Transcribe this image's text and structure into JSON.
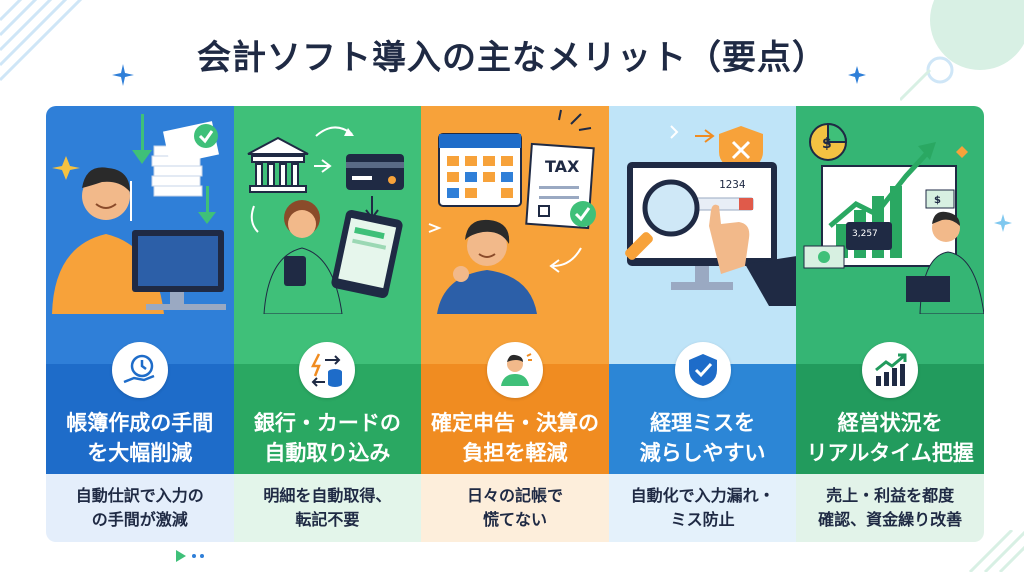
{
  "title": "会計ソフト導入の主なメリット（要点）",
  "panels": [
    {
      "heading_line1": "帳簿作成の手間",
      "heading_line2": "を大幅削減",
      "desc_line1": "自動仕訳で入力の",
      "desc_line2": "の手間が激減",
      "icon": "hand-clock-icon"
    },
    {
      "heading_line1": "銀行・カードの",
      "heading_line2": "自動取り込み",
      "desc_line1": "明細を自動取得、",
      "desc_line2": "転記不要",
      "icon": "sync-database-icon"
    },
    {
      "heading_line1": "確定申告・決算の",
      "heading_line2": "負担を軽減",
      "desc_line1": "日々の記帳で",
      "desc_line2": "慌てない",
      "icon": "relaxed-person-icon"
    },
    {
      "heading_line1": "経理ミスを",
      "heading_line2": "減らしやすい",
      "desc_line1": "自動化で入力漏れ・",
      "desc_line2": "ミス防止",
      "icon": "shield-check-icon"
    },
    {
      "heading_line1": "経営状況を",
      "heading_line2": "リアルタイム把握",
      "desc_line1": "売上・利益を都度",
      "desc_line2": "確認、資金繰り改善",
      "icon": "growth-chart-icon"
    }
  ],
  "illustration_text": {
    "tax_label": "TAX",
    "monitor_number": "1234",
    "chart_number": "3,257"
  },
  "colors": {
    "blue": "#2f7fd8",
    "green": "#3fc079",
    "orange": "#f7a23a",
    "light_blue": "#bfe4f8",
    "dark_green": "#35b574",
    "title": "#1f2a44"
  }
}
